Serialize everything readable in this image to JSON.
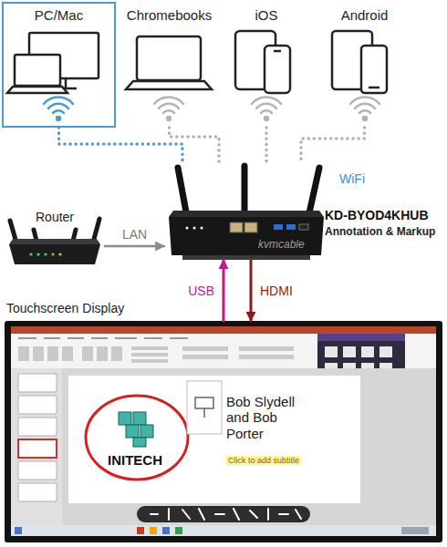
{
  "diagram": {
    "nodes": [
      {
        "text": [
          "PC/Mac"
        ]
      },
      {
        "text": [
          "Chromebooks"
        ]
      },
      {
        "text": [
          "iOS"
        ]
      },
      {
        "text": [
          "Android"
        ]
      },
      {
        "text": [
          "Router"
        ]
      },
      {
        "text": [
          "KD-BYOD4KHUB",
          "Annotation & Markup"
        ]
      },
      {
        "text": [
          "Touchscreen Display"
        ]
      }
    ],
    "edges": [
      {
        "from": 0,
        "to": 5,
        "arrow": "none"
      },
      {
        "from": 1,
        "to": 5,
        "arrow": "none"
      },
      {
        "from": 2,
        "to": 5,
        "arrow": "none"
      },
      {
        "from": 3,
        "to": 5,
        "arrow": "none"
      },
      {
        "from": 4,
        "to": 5,
        "label": "LAN",
        "arrow": "to"
      },
      {
        "from": 6,
        "to": 5,
        "label": "USB",
        "arrow": "to"
      },
      {
        "from": 5,
        "to": 6,
        "label": "HDMI",
        "arrow": "to"
      }
    ],
    "labels": [
      "WiFi",
      "kvmcable",
      "INITECH",
      "Bob Slydell and Bob Porter",
      "Click to add subtitle"
    ]
  }
}
